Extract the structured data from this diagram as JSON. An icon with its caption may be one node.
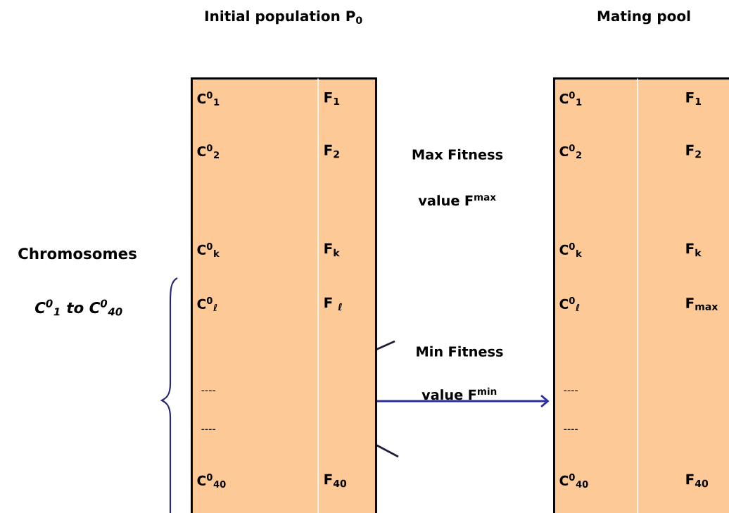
{
  "diagram": {
    "nodes": [
      {
        "text": [
          "Initial population P$_{0}$"
        ]
      },
      {
        "text": [
          "C$^{0}$$_{1}$"
        ],
        "in": 0
      },
      {
        "text": [
          "F$_{1}$"
        ],
        "in": 0
      },
      {
        "text": [
          "C$^{0}$$_{2}$"
        ],
        "in": 0
      },
      {
        "text": [
          "F$_{2}$"
        ],
        "in": 0
      },
      {
        "text": [
          "C$^{0}$$_{k}$"
        ],
        "in": 0
      },
      {
        "text": [
          "F$_{k}$"
        ],
        "in": 0
      },
      {
        "text": [
          "C$^{0}$$_{ℓ}$"
        ],
        "in": 0
      },
      {
        "text": [
          "F $_{ℓ}$"
        ],
        "in": 0
      },
      {
        "text": [
          "----"
        ],
        "in": 0
      },
      {
        "text": [
          "----"
        ],
        "in": 0
      },
      {
        "text": [
          "C$^{0}$$_{40}$"
        ],
        "in": 0
      },
      {
        "text": [
          "F$_{40}$"
        ],
        "in": 0
      },
      {
        "text": [
          "Mating pool"
        ]
      },
      {
        "text": [
          "C$^{0}$$_{1}$"
        ],
        "in": 13
      },
      {
        "text": [
          "F$_{1}$"
        ],
        "in": 13
      },
      {
        "text": [
          "C$^{0}$$_{2}$"
        ],
        "in": 13
      },
      {
        "text": [
          "F$_{2}$"
        ],
        "in": 13
      },
      {
        "text": [
          "C$^{0}$$_{k}$"
        ],
        "in": 13
      },
      {
        "text": [
          "F$_{k}$"
        ],
        "in": 13
      },
      {
        "text": [
          "C$^{0}$$_{ℓ}$"
        ],
        "in": 13
      },
      {
        "text": [
          "F$_{max}$"
        ],
        "in": 13
      },
      {
        "text": [
          "----"
        ],
        "in": 13
      },
      {
        "text": [
          "----"
        ],
        "in": 13
      },
      {
        "text": [
          "C$^{0}$$_{40}$"
        ],
        "in": 13
      },
      {
        "text": [
          "F$_{40}$"
        ],
        "in": 13
      }
    ],
    "edges": [
      {
        "from": 0,
        "to": 13,
        "arrow": "to",
        "color": "#2e2ea0"
      }
    ],
    "labels": [
      "Max Fitness value F$^{max}$",
      "Chromosomes",
      "C$^{0}$$_{1}$ to C$^{0}$$_{40}$",
      "Min Fitness value F$^{min}$"
    ]
  }
}
